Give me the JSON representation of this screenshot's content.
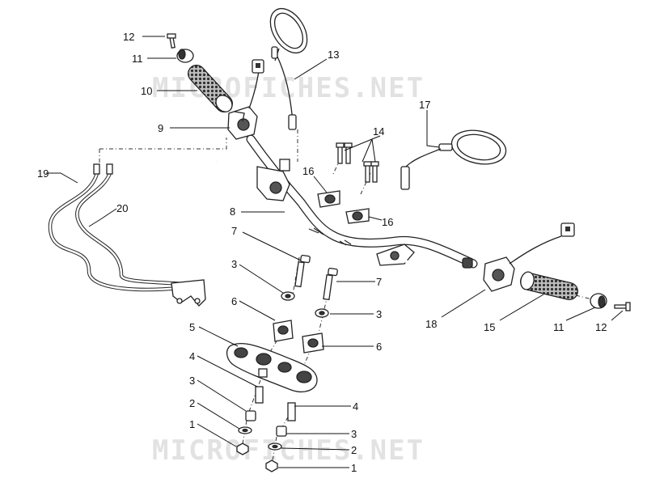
{
  "watermarks": [
    "MICROFICHES.NET",
    "MICROFICHES.NET"
  ],
  "labels": {
    "l12a": "12",
    "l11a": "11",
    "l10": "10",
    "l9": "9",
    "l13": "13",
    "l17": "17",
    "l14": "14",
    "l16a": "16",
    "l16b": "16",
    "l19": "19",
    "l20": "20",
    "l8": "8",
    "l7a": "7",
    "l3a": "3",
    "l6a": "6",
    "l7b": "7",
    "l3b": "3",
    "l5": "5",
    "l6b": "6",
    "l4a": "4",
    "l3c": "3",
    "l2a": "2",
    "l1a": "1",
    "l4b": "4",
    "l3d": "3",
    "l2b": "2",
    "l1b": "1",
    "l18": "18",
    "l15": "15",
    "l11b": "11",
    "l12b": "12"
  },
  "colors": {
    "line": "#222222",
    "grip": "#6a6a6a",
    "part_fill": "#ffffff",
    "watermark": "#e2e2e2"
  },
  "icons": {
    "mirror": "rear-view-mirror",
    "grip": "handlebar-grip",
    "switch": "switch-cube",
    "clamp": "riser-clamp",
    "yoke": "top-triple-clamp",
    "bolt": "bolt",
    "nut": "nut",
    "washer": "washer",
    "cable": "control-cable"
  }
}
